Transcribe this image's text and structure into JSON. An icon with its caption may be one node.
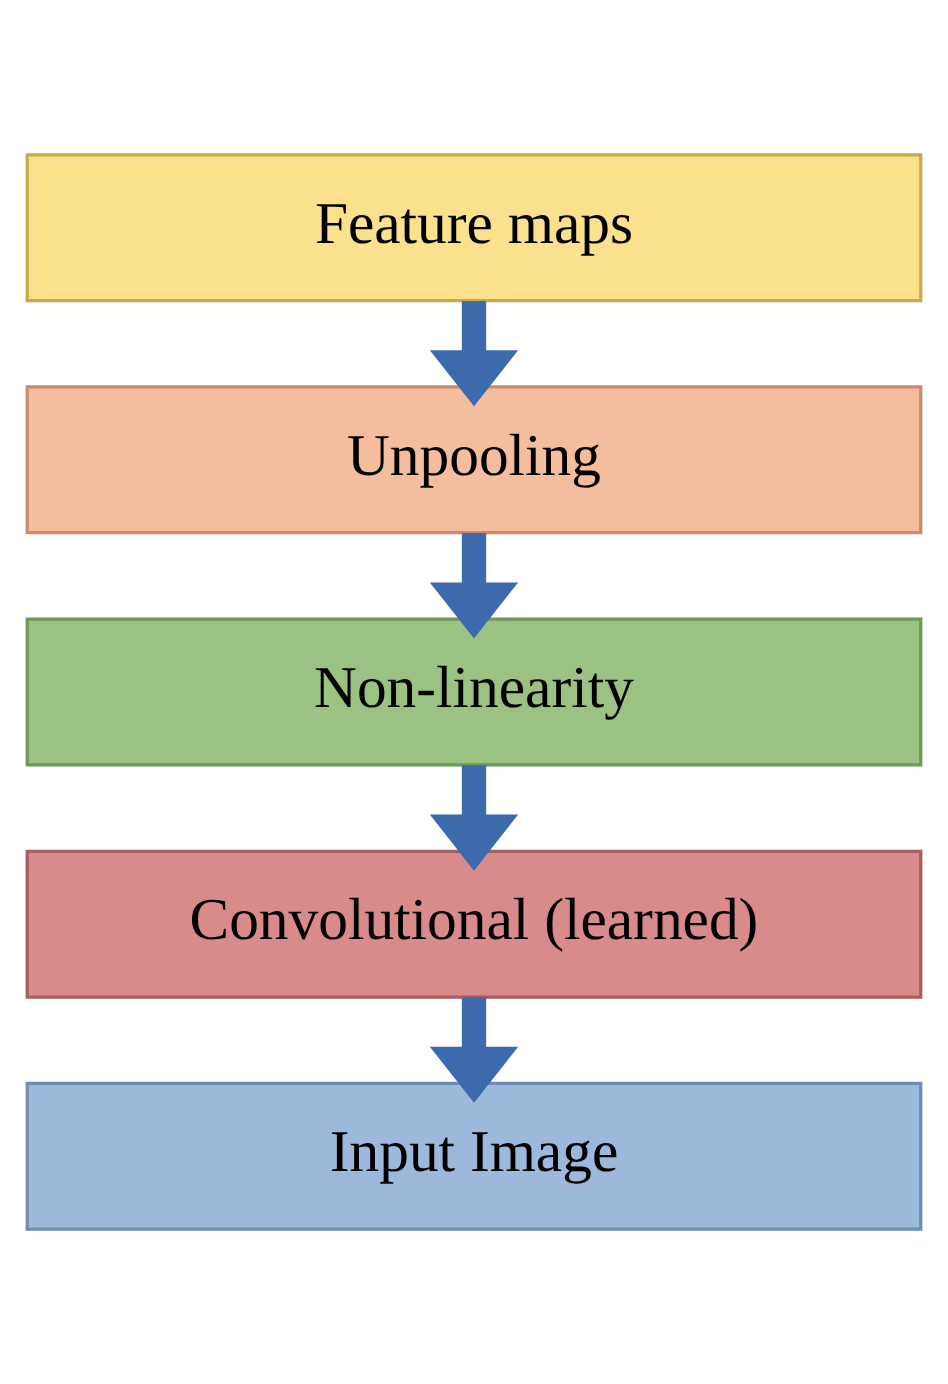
{
  "diagram": {
    "nodes": [
      {
        "text": [
          "Feature maps"
        ]
      },
      {
        "text": [
          "Unpooling"
        ]
      },
      {
        "text": [
          "Non-linearity"
        ]
      },
      {
        "text": [
          "Convolutional (learned)"
        ]
      },
      {
        "text": [
          "Input Image"
        ]
      }
    ],
    "edges": [
      {
        "from": 0,
        "to": 1,
        "arrow": "to"
      },
      {
        "from": 1,
        "to": 2,
        "arrow": "to"
      },
      {
        "from": 2,
        "to": 3,
        "arrow": "to"
      },
      {
        "from": 3,
        "to": 4,
        "arrow": "to"
      }
    ]
  }
}
